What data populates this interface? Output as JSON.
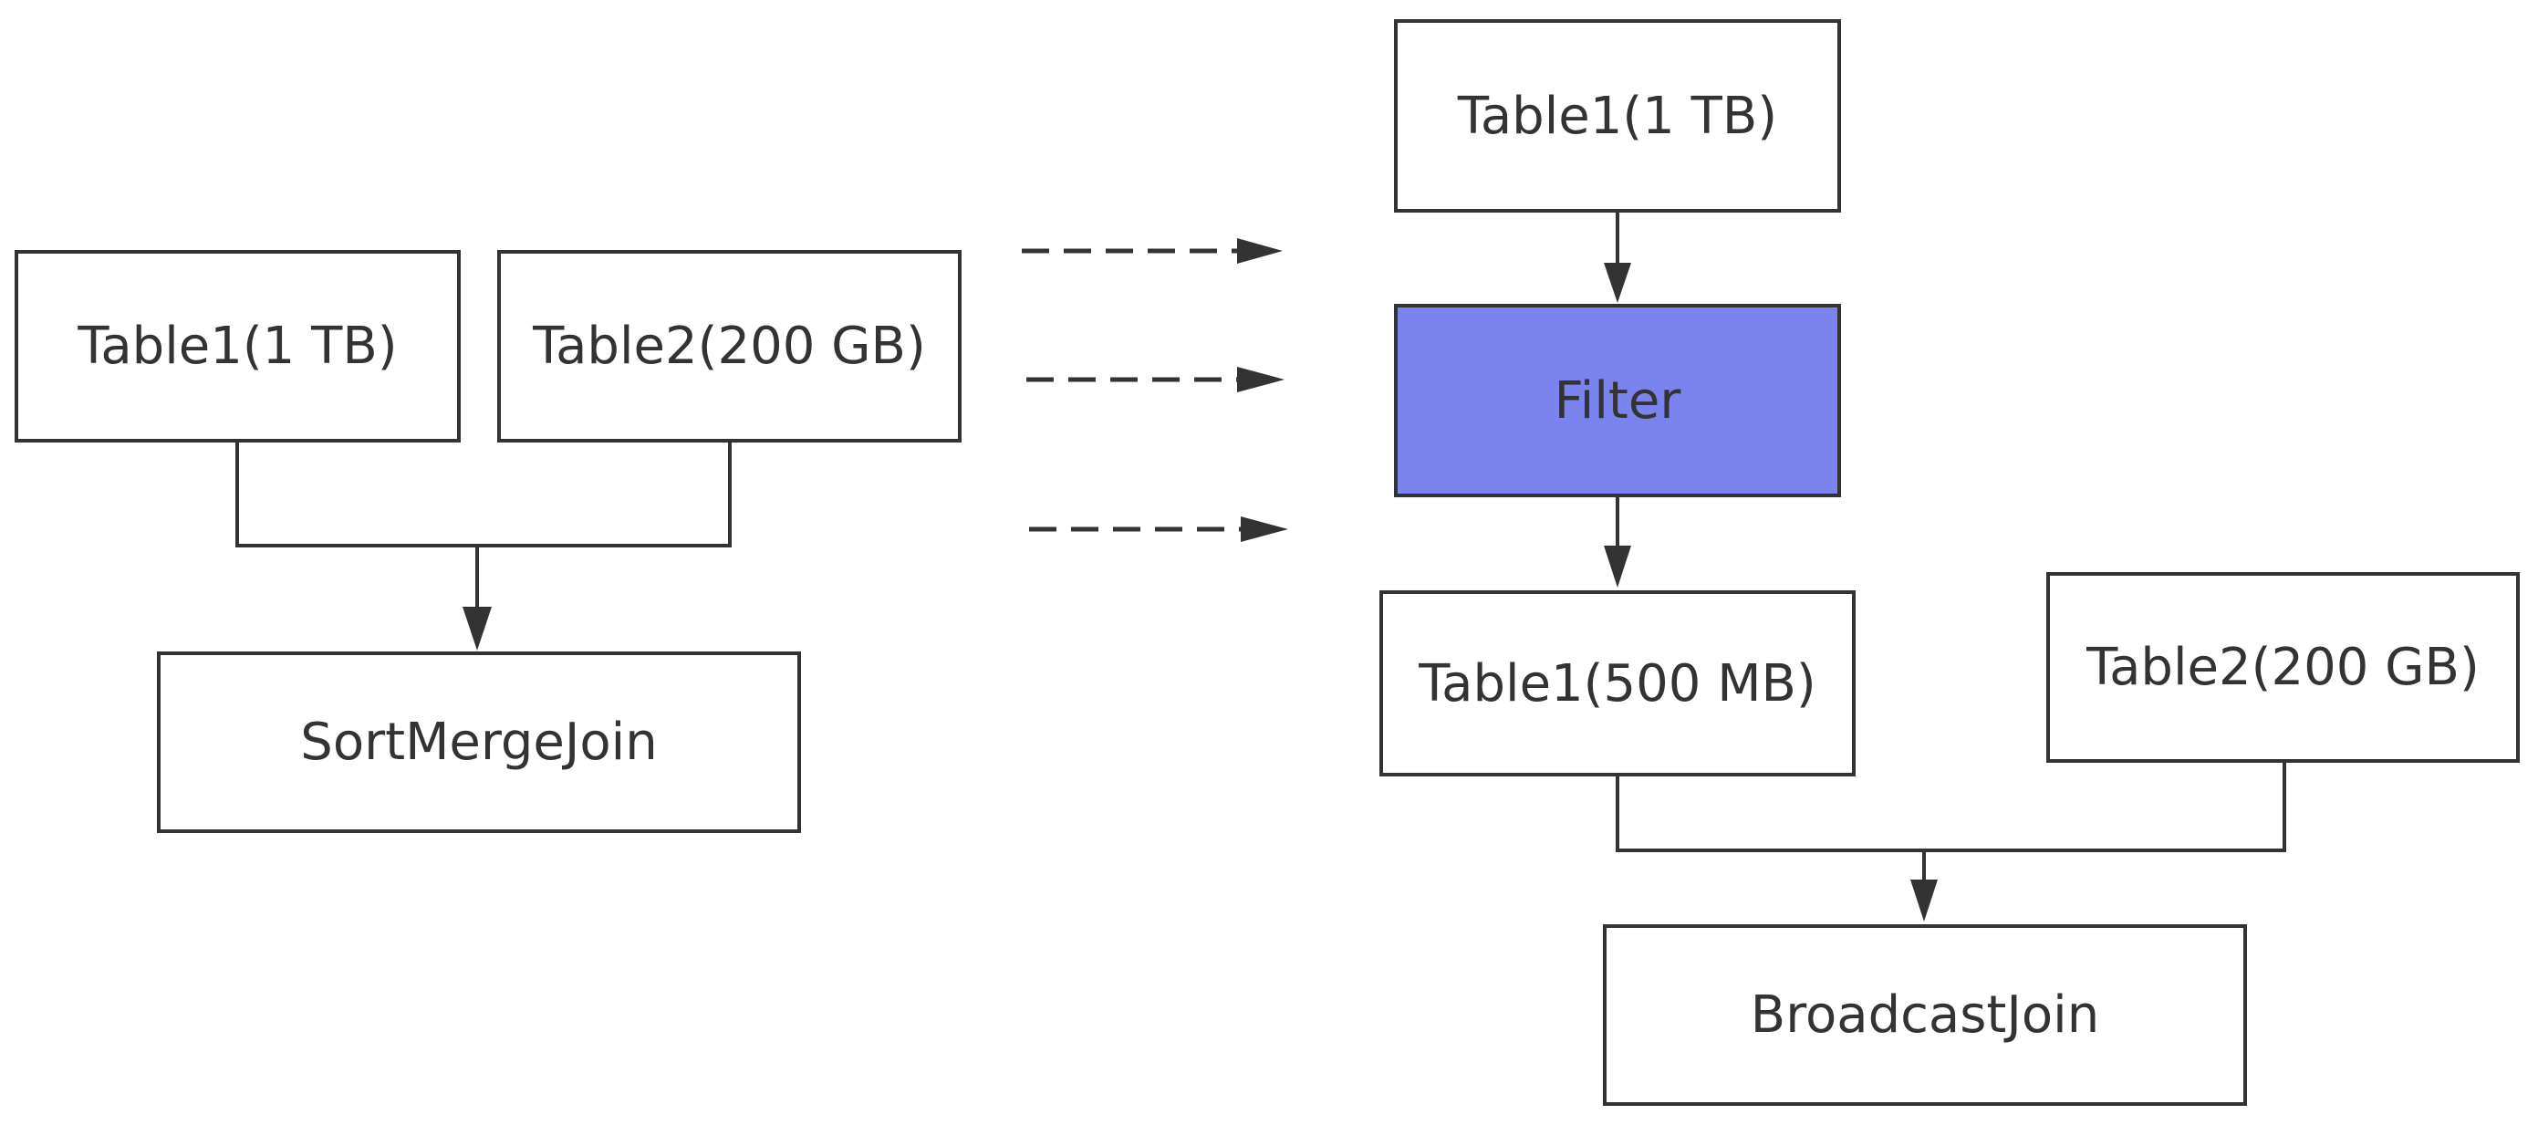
{
  "diagram": {
    "before": {
      "table1": "Table1(1 TB)",
      "table2": "Table2(200 GB)",
      "join": "SortMergeJoin"
    },
    "after": {
      "table1": "Table1(1 TB)",
      "filter": "Filter",
      "table1_filtered": "Table1(500 MB)",
      "table2": "Table2(200 GB)",
      "join": "BroadcastJoin"
    }
  },
  "colors": {
    "stroke": "#333333",
    "text": "#333333",
    "node_fill": "#ffffff",
    "filter_fill": "#7b84ee",
    "background": "#ffffff"
  }
}
